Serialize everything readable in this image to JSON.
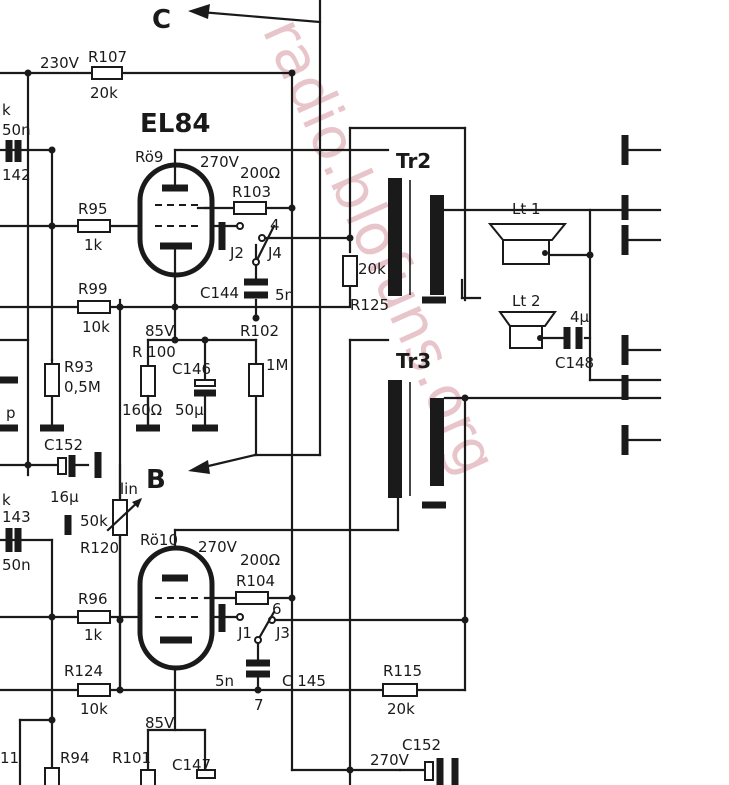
{
  "watermark": "radio.blofuns.org",
  "labels": {
    "top_c": "C",
    "v230": "230V",
    "r107": "R107",
    "r107_val": "20k",
    "el84": "EL84",
    "ro9": "Rö9",
    "v270_a": "270V",
    "ohm200_a": "200Ω",
    "r103": "R103",
    "r95": "R95",
    "r95_val": "1k",
    "j2": "J2",
    "j4": "J4",
    "n4": "4",
    "k_left": "k",
    "n50_left": "50n",
    "c142": "142",
    "c144": "C144",
    "c144_val": "5n",
    "r99": "R99",
    "r99_val": "10k",
    "tr2": "Tr2",
    "r125_val": "20k",
    "r125": "R125",
    "v85_a": "85V",
    "r102": "R102",
    "r100": "R 100",
    "c146": "C146",
    "m1": "1M",
    "r93": "R93",
    "r93_val": "0,5M",
    "ohm160": "160Ω",
    "mu50": "50μ",
    "p_left": "p",
    "lt1": "Lt 1",
    "lt2": "Lt 2",
    "mu4": "4μ",
    "c148": "C148",
    "tr3": "Tr3",
    "c152a": "C152",
    "mu16": "16μ",
    "b": "B",
    "lin": "lin",
    "k50": "50k",
    "r120": "R120",
    "k_left2": "k",
    "n143": "143",
    "n50_left2": "50n",
    "ro10": "Rö10",
    "v270_b": "270V",
    "ohm200_b": "200Ω",
    "r104": "R104",
    "r96": "R96",
    "r96_val": "1k",
    "j1": "J1",
    "j3": "J3",
    "n6": "6",
    "n5": "5n",
    "c145": "C 145",
    "n7": "7",
    "r115": "R115",
    "r115_val": "20k",
    "r124": "R124",
    "r124_val": "10k",
    "v85_b": "85V",
    "n11": "11",
    "r94": "R94",
    "r101": "R101",
    "c147": "C147",
    "v270_c": "270V",
    "c152b": "C152"
  }
}
